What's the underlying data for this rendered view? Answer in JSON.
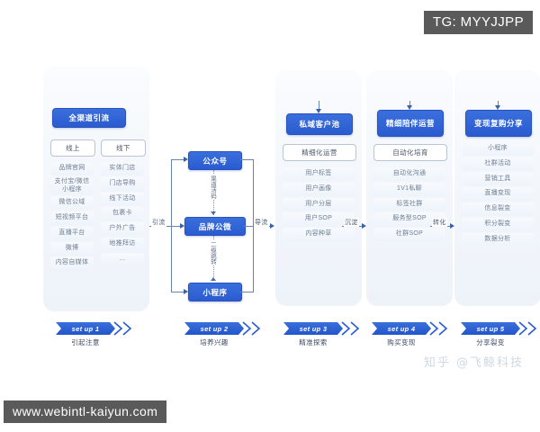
{
  "overlays": {
    "tg_badge": "TG: MYYJJPP",
    "url_badge": "www.webintl-kaiyun.com",
    "credit": "知乎 @飞鲸科技"
  },
  "columns": [
    {
      "id": "col-1",
      "header": "全渠道引流",
      "subboxes": [
        "线上",
        "线下"
      ],
      "items_online": [
        "品牌官网",
        "支付宝/微信小程序",
        "微信公域",
        "短视频平台",
        "直播平台",
        "微博",
        "内容自媒体"
      ],
      "items_offline": [
        "实体门店",
        "门店导购",
        "线下活动",
        "包裹卡",
        "户外广告",
        "地推拜访",
        "..."
      ]
    },
    {
      "id": "col-2",
      "boxes": [
        "公众号",
        "品牌公微",
        "小程序"
      ],
      "link_labels": [
        "渠道活码",
        "二级跳转"
      ]
    },
    {
      "id": "col-3",
      "header": "私域客户池",
      "subbox": "精细化运营",
      "items": [
        "用户标签",
        "用户画像",
        "用户分层",
        "用户SOP",
        "内容种草"
      ]
    },
    {
      "id": "col-4",
      "header": "精细陪伴运营",
      "subbox": "自动化培育",
      "items": [
        "自动化沟通",
        "1V1私聊",
        "标签社群",
        "服务型SOP",
        "社群SOP"
      ]
    },
    {
      "id": "col-5",
      "header": "变现复购分享",
      "items": [
        "小程序",
        "社群活动",
        "营销工具",
        "直播变现",
        "信息裂变",
        "积分裂变",
        "数据分析"
      ]
    }
  ],
  "flow_labels": {
    "a": "引流",
    "b": "导流",
    "c": "沉淀",
    "d": "转化"
  },
  "steps": [
    {
      "tag": "set up 1",
      "caption": "引起注意"
    },
    {
      "tag": "set up 2",
      "caption": "培养兴趣"
    },
    {
      "tag": "set up 3",
      "caption": "精准探索"
    },
    {
      "tag": "set up 4",
      "caption": "购买变现"
    },
    {
      "tag": "set up 5",
      "caption": "分享裂变"
    }
  ],
  "colors": {
    "primary_blue": "#2a5bd0",
    "panel_bg": "#f2f6fb",
    "line": "#6784ab",
    "watermark_bg": "#5a5a5a"
  }
}
